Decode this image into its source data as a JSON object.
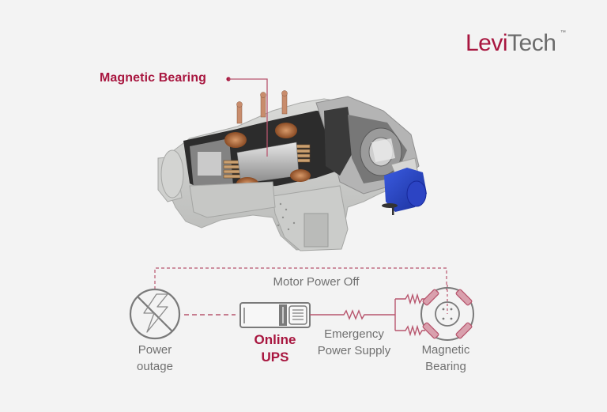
{
  "logo": {
    "part1": "Levi",
    "part2": "Tech",
    "trademark": "™",
    "colors": {
      "part1": "#a8163f",
      "part2": "#6b6b6b"
    }
  },
  "illustration": {
    "subject": "magnetic-bearing-centrifugal-compressor-cutaway",
    "callout": {
      "label": "Magnetic Bearing"
    }
  },
  "diagram": {
    "top_link_label": "Motor Power Off",
    "nodes": [
      {
        "id": "power-outage",
        "icon": "no-power-icon",
        "label_line1": "Power",
        "label_line2": "outage"
      },
      {
        "id": "online-ups",
        "icon": "ups-icon",
        "label_line1": "Online",
        "label_line2": "UPS",
        "emphasis": true
      },
      {
        "id": "emergency-power-supply",
        "icon": "resistor-icon",
        "label_line1": "Emergency",
        "label_line2": "Power Supply"
      },
      {
        "id": "magnetic-bearing",
        "icon": "magnetic-bearing-icon",
        "label_line1": "Magnetic",
        "label_line2": "Bearing"
      }
    ]
  },
  "colors": {
    "background": "#f3f3f3",
    "accent": "#a8163f",
    "line_accent": "#b8566e",
    "gray_icon": "#7a7a7a",
    "text_gray": "#707070"
  }
}
